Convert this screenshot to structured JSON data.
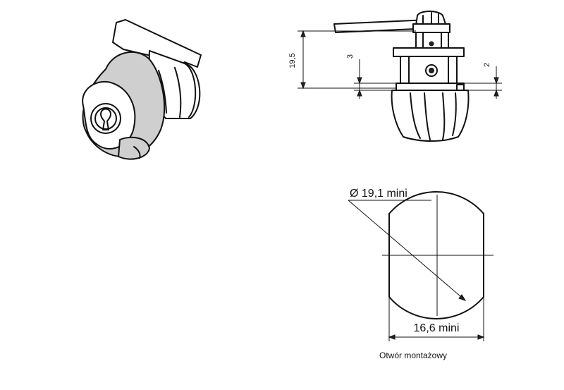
{
  "side_view": {
    "dim_height": "19,5",
    "dim_small_a": "3",
    "dim_small_b": "2"
  },
  "mounting_hole": {
    "diameter_label": "Ø 19,1 mini",
    "width_label": "16,6 mini",
    "caption": "Otwór montażowy"
  }
}
